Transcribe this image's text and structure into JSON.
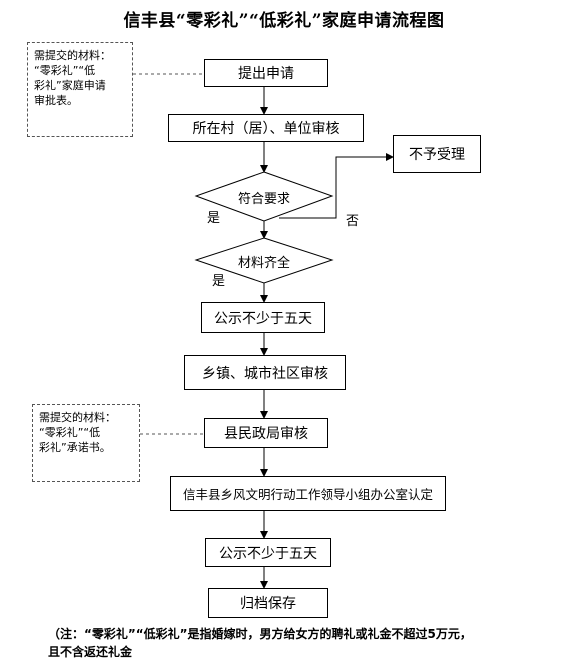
{
  "title": "信丰县“零彩礼”“低彩礼”家庭申请流程图",
  "steps": {
    "apply": "提出申请",
    "village_review": "所在村（居）、单位审核",
    "reject": "不予受理",
    "check_requirements": "符合要求",
    "materials_complete": "材料齐全",
    "publicity_1": "公示不少于五天",
    "township_review": "乡镇、城市社区审核",
    "county_review": "县民政局审核",
    "office_certify": "信丰县乡风文明行动工作领导小组办公室认定",
    "publicity_2": "公示不少于五天",
    "archive": "归档保存"
  },
  "labels": {
    "yes_1": "是",
    "no": "否",
    "yes_2": "是"
  },
  "notes": {
    "note_1": "需提交的材料：\n“零彩礼”“低\n彩礼”家庭申请\n审批表。",
    "note_2": "需提交的材料：\n“零彩礼”“低\n彩礼”承诺书。"
  },
  "footnote": "（注：“零彩礼”“低彩礼”是指婚嫁时，男方给女方的聘礼或礼金不超过5万元，\n且不含返还礼金"
}
